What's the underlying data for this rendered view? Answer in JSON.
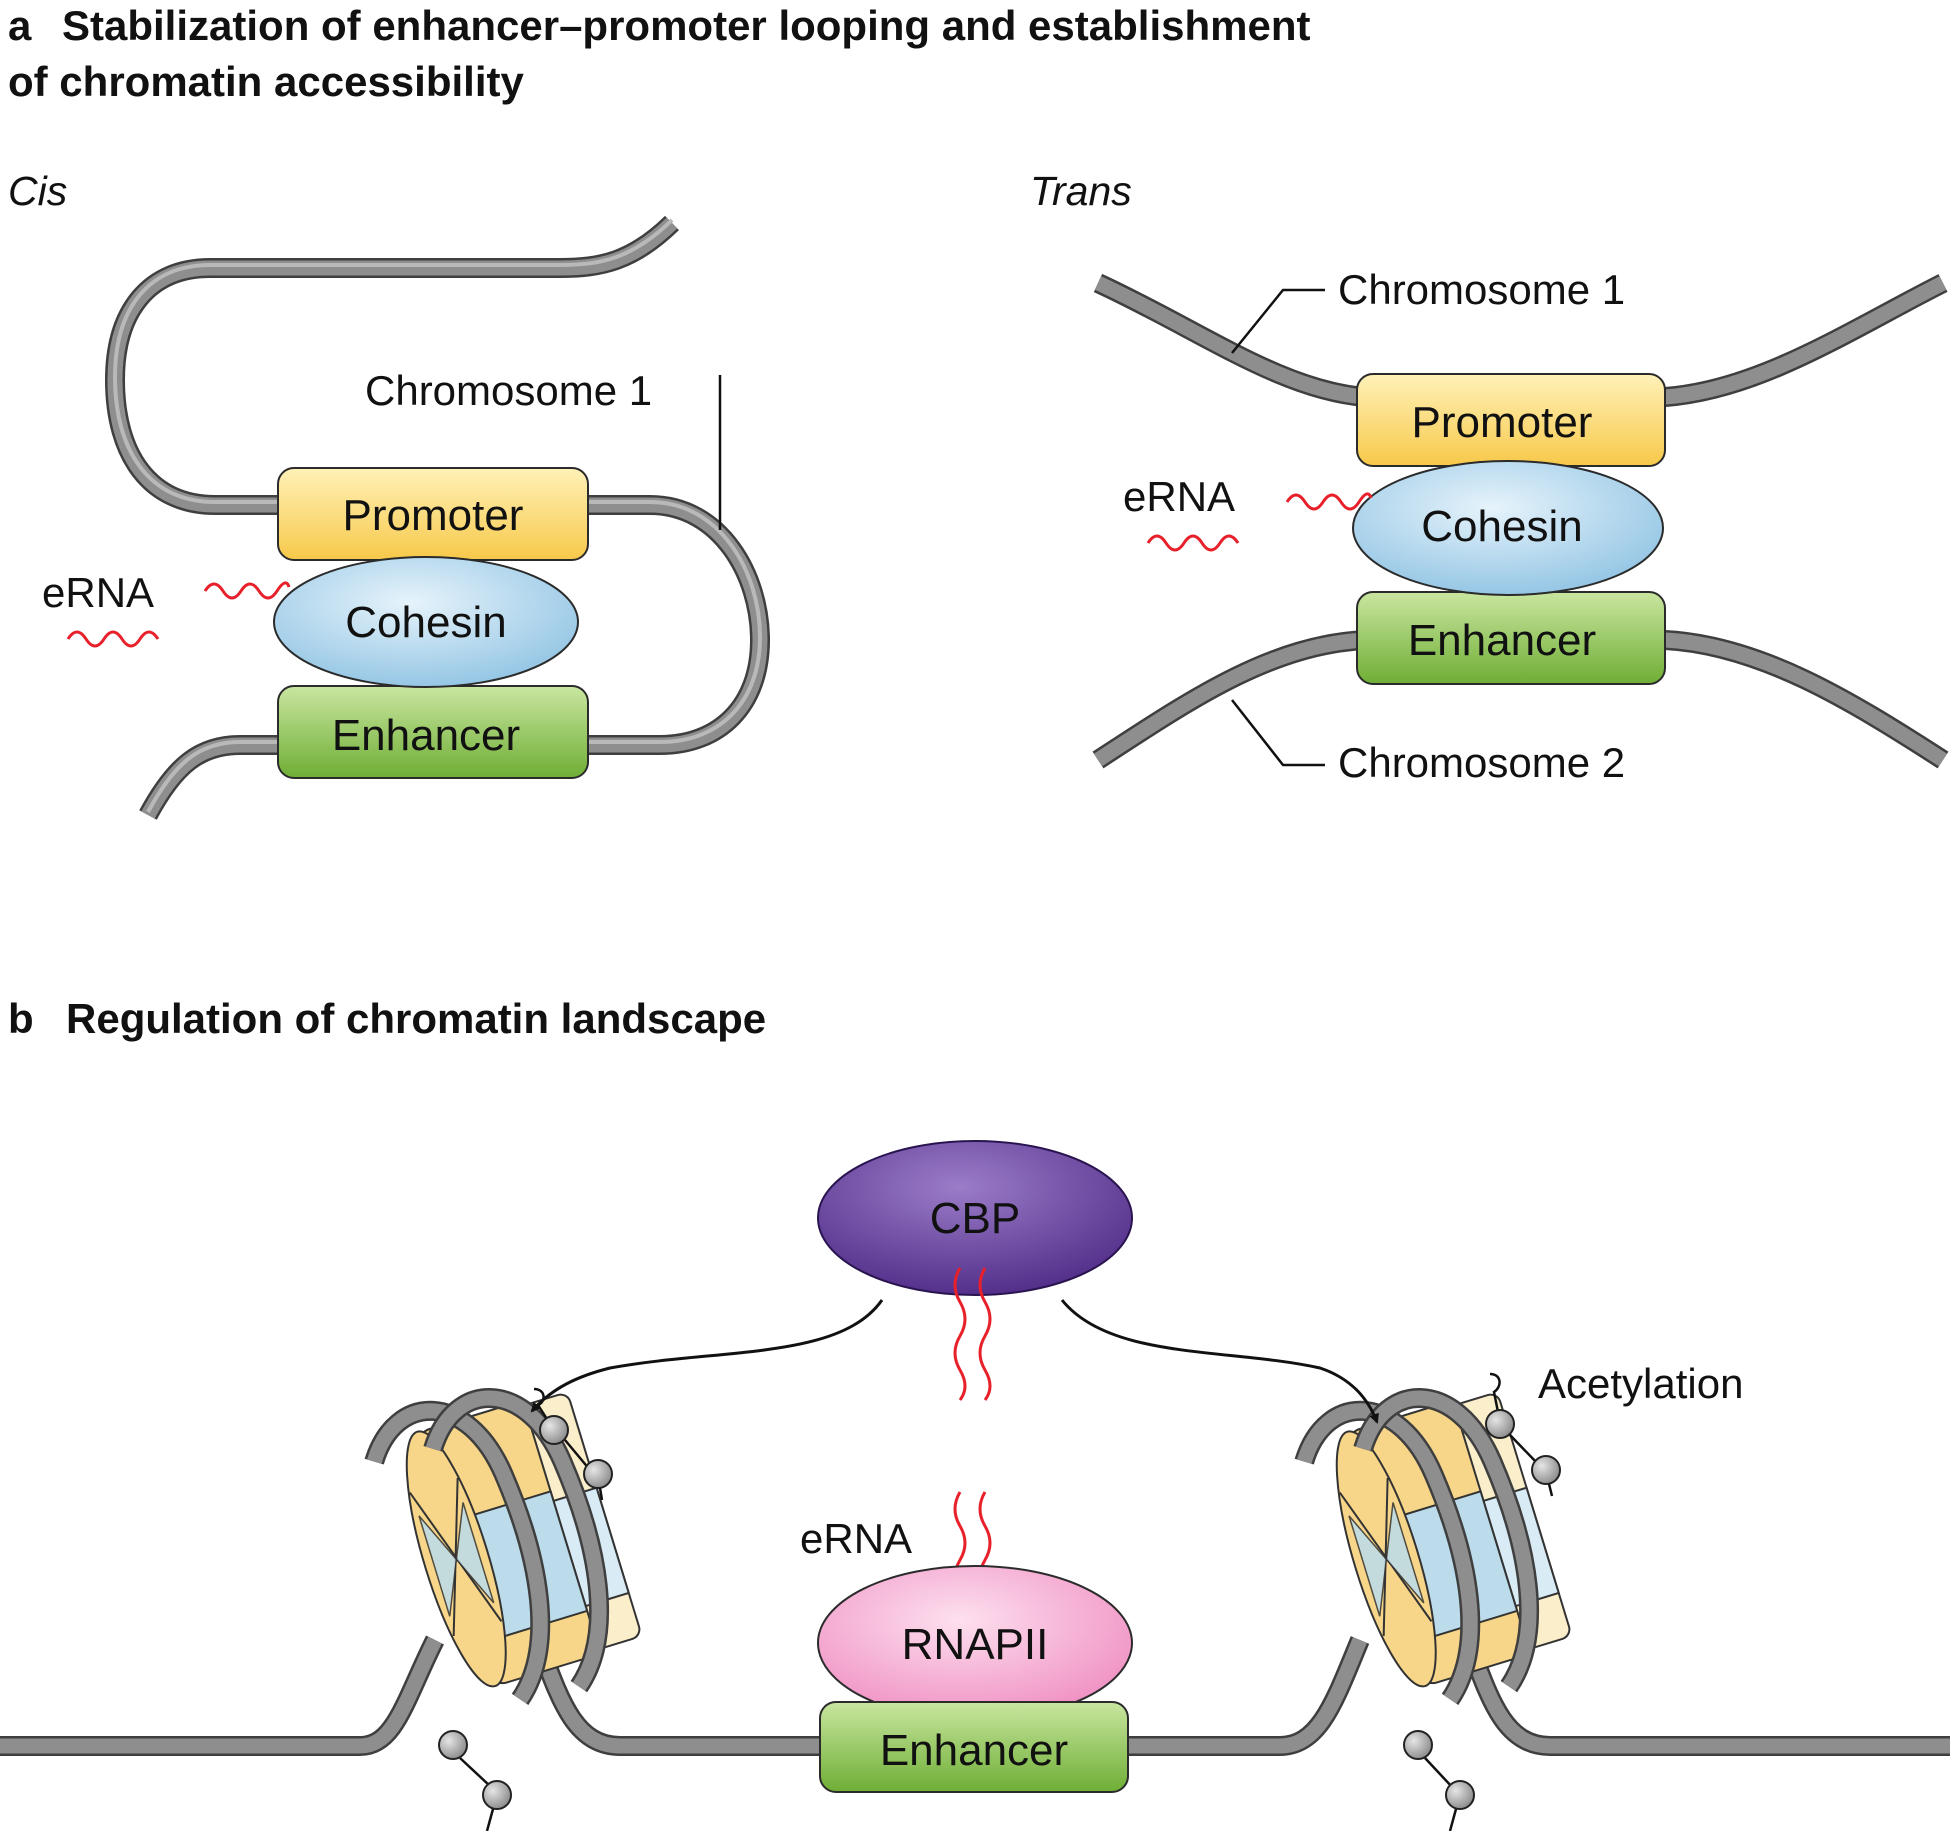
{
  "panel_a": {
    "letter": "a",
    "title_line1": "Stabilization of enhancer–promoter looping and establishment",
    "title_line2": "of chromatin accessibility",
    "cis": {
      "label": "Cis",
      "chromosome": "Chromosome 1",
      "promoter": "Promoter",
      "cohesin": "Cohesin",
      "enhancer": "Enhancer",
      "erna": "eRNA"
    },
    "trans": {
      "label": "Trans",
      "chromosome1": "Chromosome 1",
      "chromosome2": "Chromosome 2",
      "promoter": "Promoter",
      "cohesin": "Cohesin",
      "enhancer": "Enhancer",
      "erna": "eRNA"
    }
  },
  "panel_b": {
    "letter": "b",
    "title": "Regulation of chromatin landscape",
    "cbp": "CBP",
    "rnapii": "RNAPII",
    "enhancer": "Enhancer",
    "erna": "eRNA",
    "acetylation": "Acetylation"
  },
  "colors": {
    "promoter": "#fcd96c",
    "cohesin": "#a8d3ec",
    "enhancer": "#86c34f",
    "cbp": "#6b3fa0",
    "rnapii": "#f4a6cf",
    "erna": "#e8202a",
    "chromosome": "#8e8e8e",
    "histone_yellow": "#f7d68a",
    "histone_blue": "#bcdcec"
  }
}
